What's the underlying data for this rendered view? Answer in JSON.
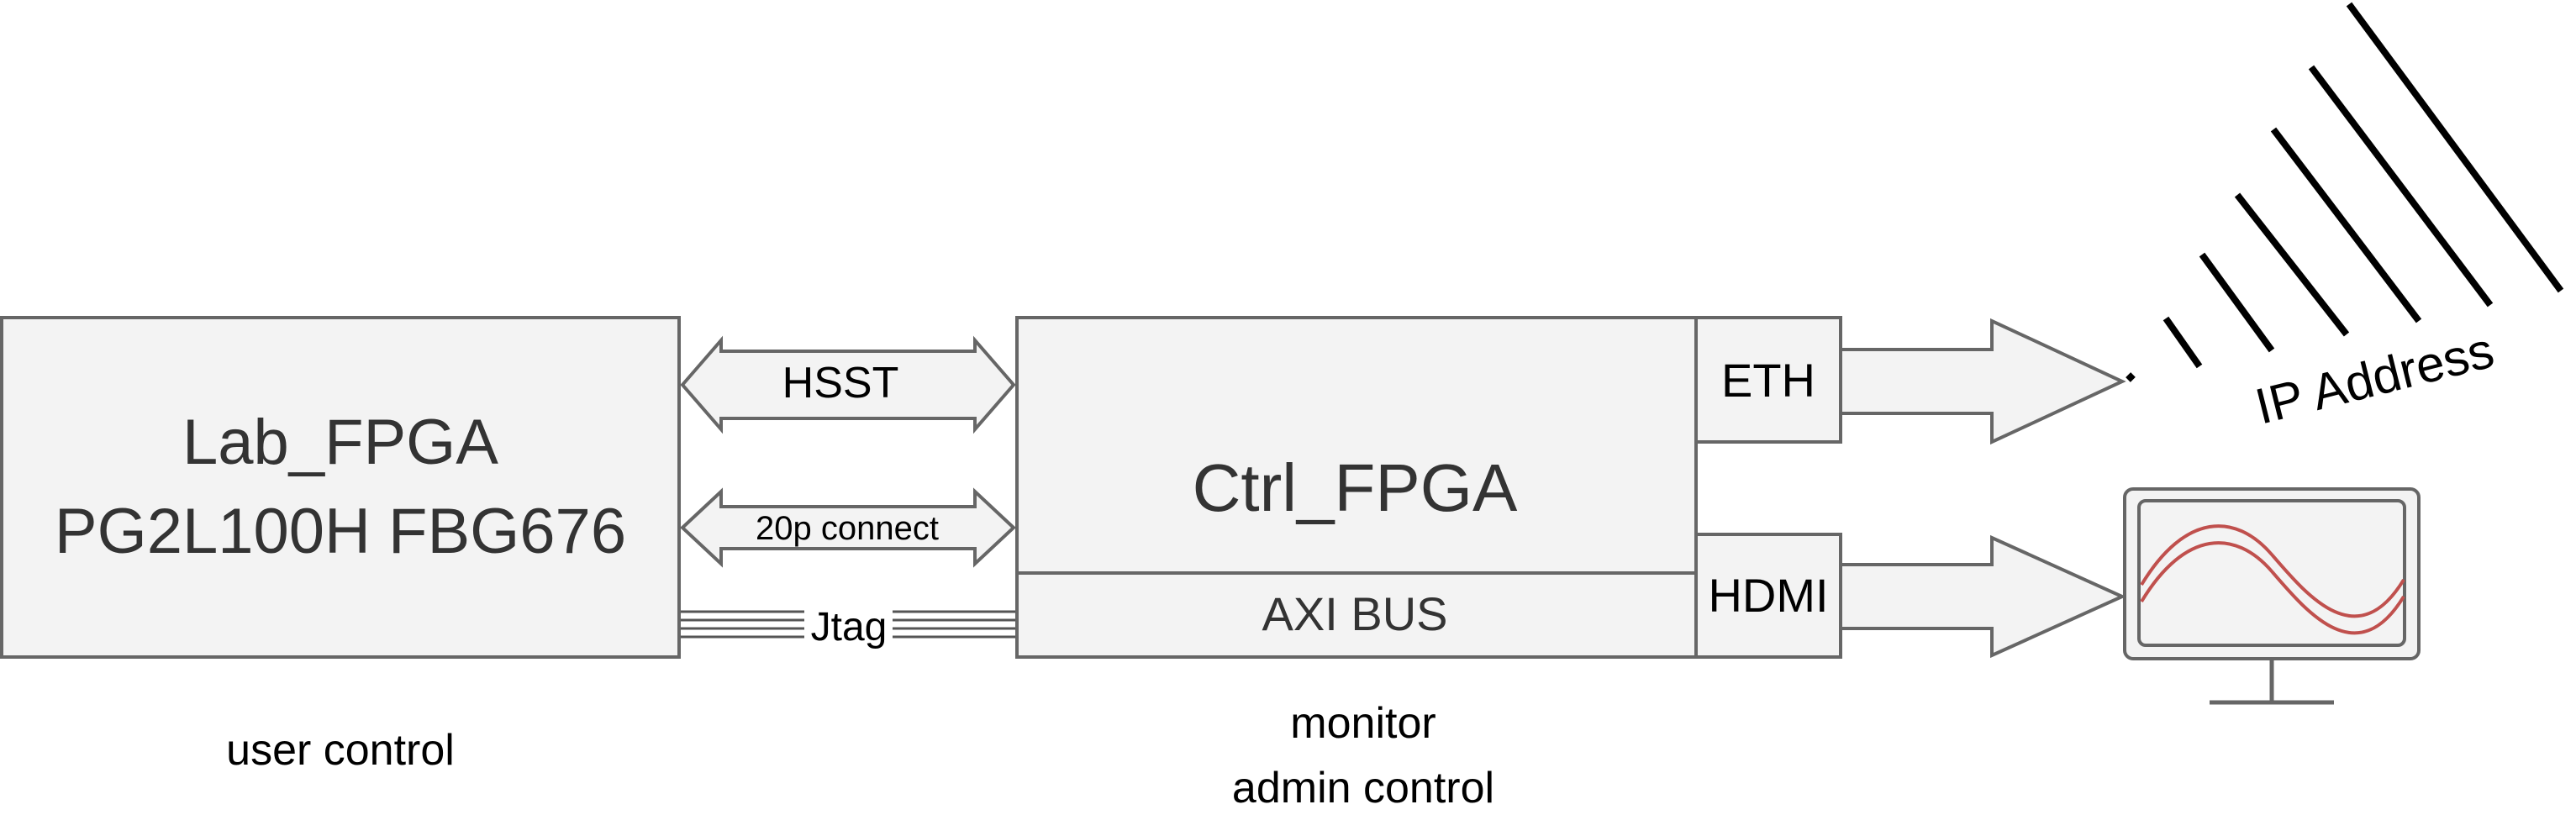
{
  "blocks": {
    "lab_fpga": {
      "line1": "Lab_FPGA",
      "line2": "PG2L100H FBG676",
      "caption": "user control"
    },
    "ctrl_fpga": {
      "title": "Ctrl_FPGA",
      "bus": "AXI BUS",
      "caption_line1": "monitor",
      "caption_line2": "admin control"
    },
    "eth": {
      "label": "ETH"
    },
    "hdmi": {
      "label": "HDMI"
    }
  },
  "links": {
    "hsst": "HSST",
    "connect": "20p connect",
    "jtag": "Jtag"
  },
  "wireless": {
    "label": "IP Address"
  },
  "colors": {
    "stroke": "#666666",
    "block_fill": "#f3f3f3",
    "text": "#333333",
    "wave": "#c0504d",
    "signal": "#000000"
  }
}
